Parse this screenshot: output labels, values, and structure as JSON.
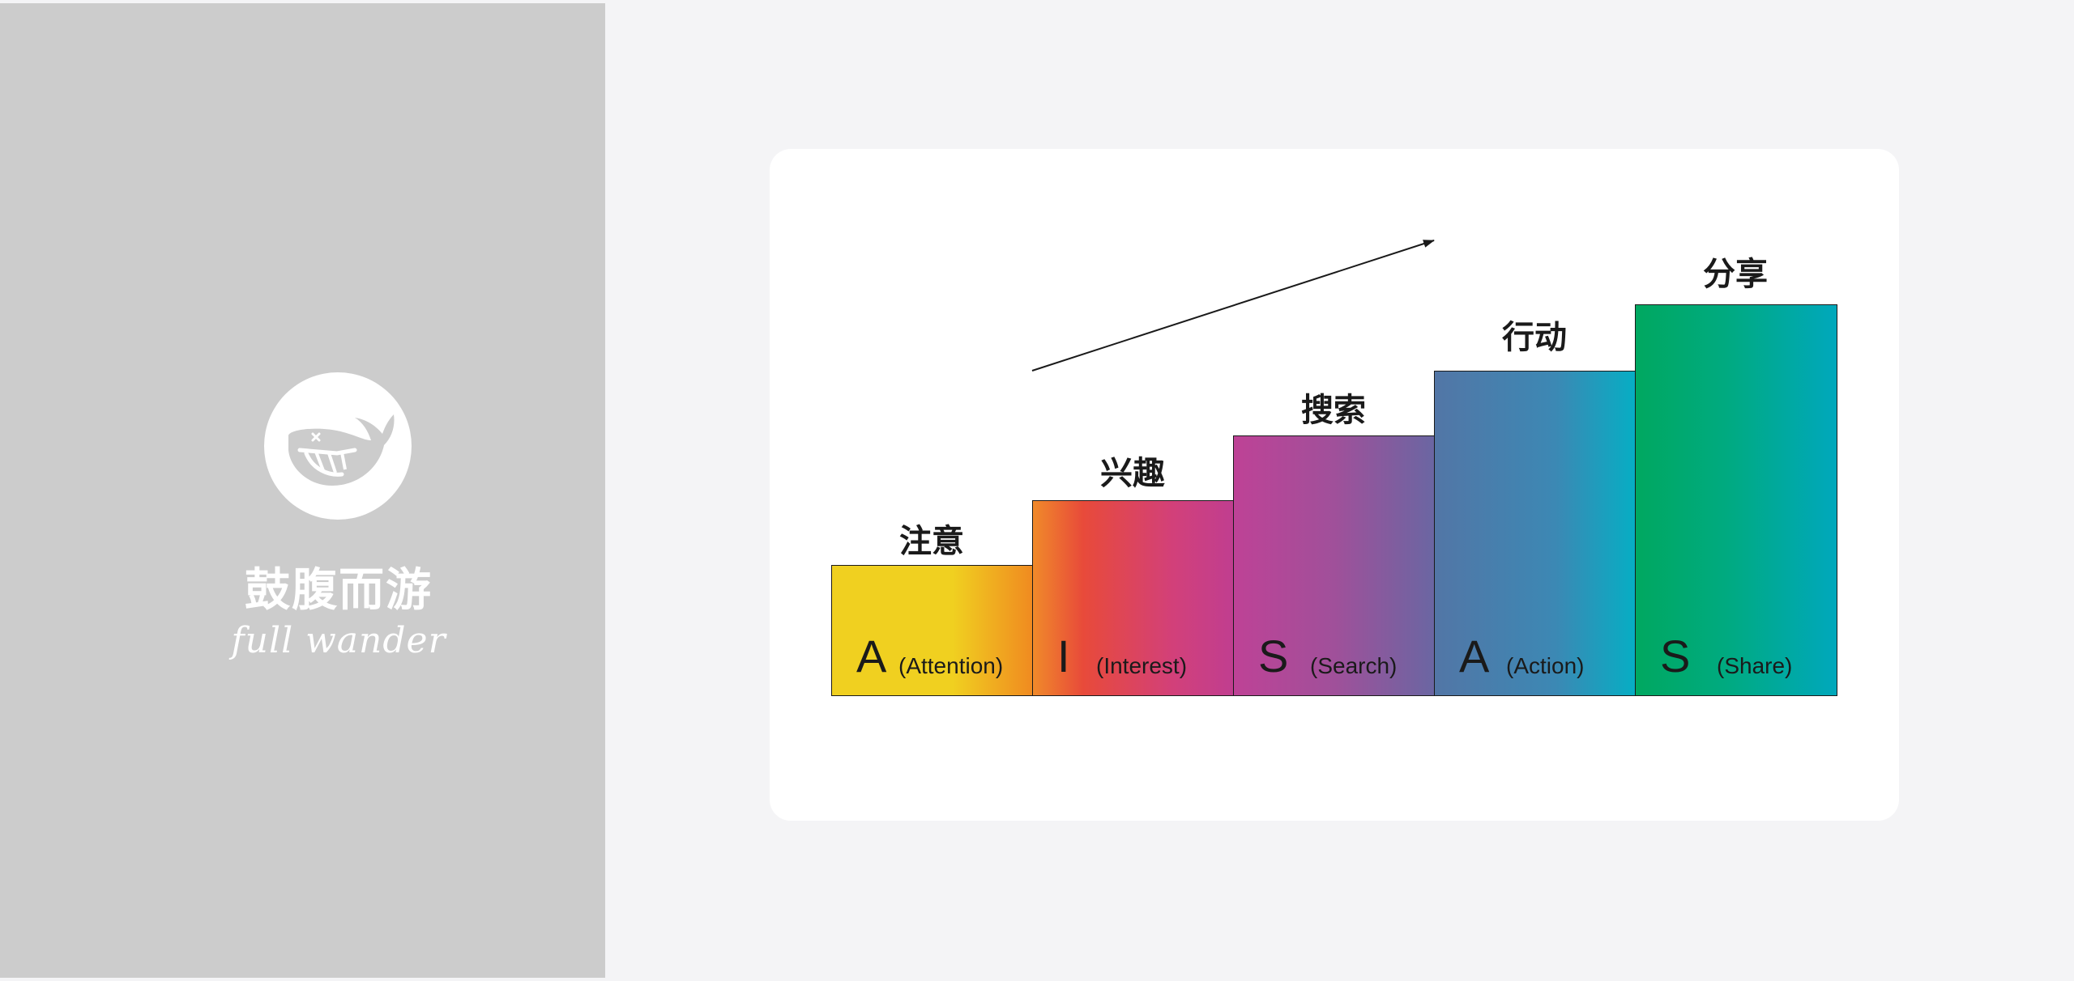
{
  "brand": {
    "name": "鼓腹而游",
    "slogan": "full wander",
    "panel_color": "#cccccc",
    "logo_icon": "whale-icon"
  },
  "diagram": {
    "arrow": "trend-arrow",
    "steps": [
      {
        "title": "注意",
        "letter": "A",
        "english": "(Attention)",
        "colors": [
          "#f0d020",
          "#f08a20"
        ]
      },
      {
        "title": "兴趣",
        "letter": "I",
        "english": "(Interest)",
        "colors": [
          "#f08a2a",
          "#e84a3a",
          "#c03e90"
        ]
      },
      {
        "title": "搜索",
        "letter": "S",
        "english": "(Search)",
        "colors": [
          "#be4296",
          "#6a66a2"
        ]
      },
      {
        "title": "行动",
        "letter": "A",
        "english": "(Action)",
        "colors": [
          "#5276a6",
          "#06aec4"
        ]
      },
      {
        "title": "分享",
        "letter": "S",
        "english": "(Share)",
        "colors": [
          "#00a860",
          "#00a8bc"
        ]
      }
    ]
  }
}
